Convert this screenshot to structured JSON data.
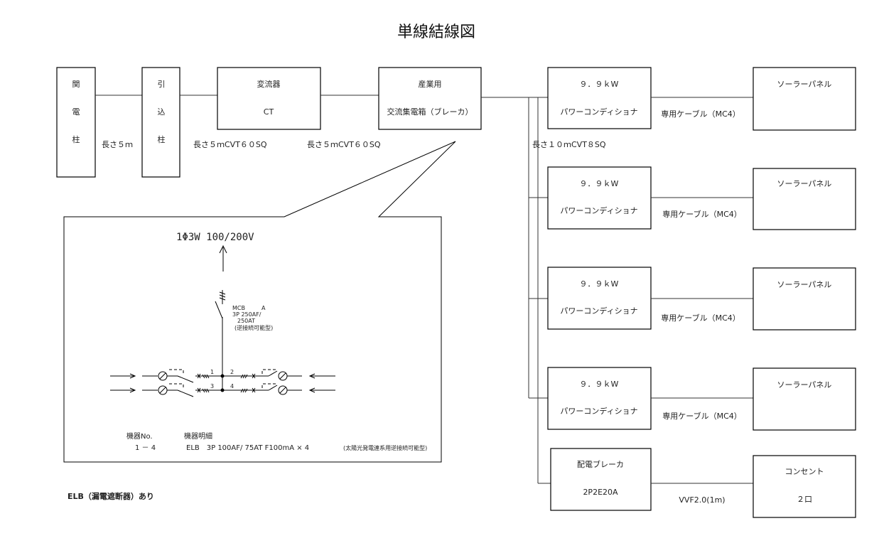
{
  "title": "単線結線図",
  "pole": {
    "c1": "関",
    "c2": "電",
    "c3": "柱"
  },
  "lead_in": {
    "c1": "引",
    "c2": "込",
    "c3": "柱"
  },
  "len1": "長さ５ｍ",
  "transformer": {
    "line1": "変流器",
    "line2": "CT"
  },
  "len2": "長さ５ｍCVT６０SQ",
  "len3": "長さ５ｍCVT６０SQ",
  "breaker_box": {
    "line1": "産業用",
    "line2": "交流集電箱（ブレーカ）"
  },
  "len4": "長さ１０ｍCVT８SQ",
  "inverters": [
    {
      "kw": "９．９ｋW",
      "name": "パワーコンディショナ",
      "cable": "専用ケーブル（MC4）",
      "panel": "ソーラーパネル"
    },
    {
      "kw": "９．９ｋW",
      "name": "パワーコンディショナ",
      "cable": "専用ケーブル（MC4）",
      "panel": "ソーラーパネル"
    },
    {
      "kw": "９．９ｋW",
      "name": "パワーコンディショナ",
      "cable": "専用ケーブル（MC4）",
      "panel": "ソーラーパネル"
    },
    {
      "kw": "９．９ｋW",
      "name": "パワーコンディショナ",
      "cable": "専用ケーブル（MC4）",
      "panel": "ソーラーパネル"
    }
  ],
  "distribution_breaker": {
    "line1": "配電ブレーカ",
    "line2": "2P2E20A"
  },
  "vvf_cable": "VVF2.0(1m)",
  "outlet": {
    "line1": "コンセント",
    "line2": "２口"
  },
  "detail": {
    "supply": "1Φ3W 100/200V",
    "mcb_l1a": "MCB",
    "mcb_l1b": "A",
    "mcb_l2": "3P 250AF/",
    "mcb_l3": "250AT",
    "mcb_l4": "(逆接続可能型)",
    "num1": "1",
    "num2": "2",
    "num3": "3",
    "num4": "4",
    "equip_no_header": "機器No.",
    "equip_desc_header": "機器明細",
    "equip_no": "1 － 4",
    "equip_desc": "ELB　3P 100AF/ 75AT F100mA × 4",
    "equip_note": "(太陽光発電連系用逆接続可能型)"
  },
  "footer_note": "ELB（漏電遮断器）あり"
}
